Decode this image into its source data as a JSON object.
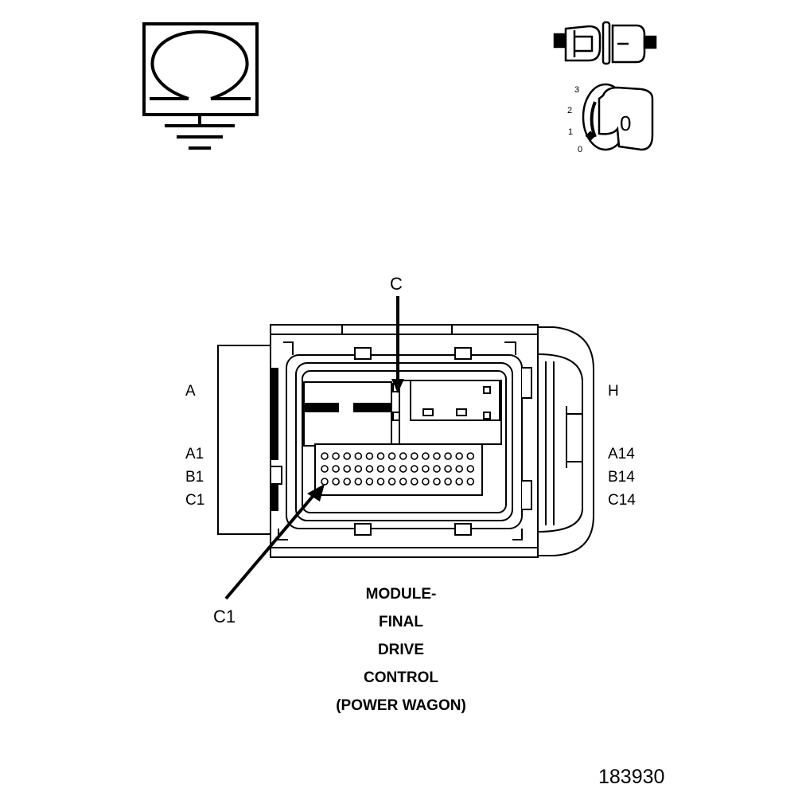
{
  "callouts": {
    "top": "C",
    "bottom": "C1"
  },
  "left_labels": {
    "cavity": "A",
    "row1": "A1",
    "row2": "B1",
    "row3": "C1"
  },
  "right_labels": {
    "cavity": "H",
    "row1": "A14",
    "row2": "B14",
    "row3": "C14"
  },
  "caption_lines": [
    "MODULE-",
    "FINAL",
    "DRIVE",
    "CONTROL",
    "(POWER WAGON)"
  ],
  "figure_number": "183930",
  "ignition_positions": [
    "3",
    "2",
    "1",
    "0"
  ],
  "ignition_key_label": "0",
  "pin_grid": {
    "rows": 3,
    "columns": 14
  },
  "icons": {
    "resistance": "ohm-ground-icon",
    "connector": "connector-plug-icon",
    "ignition": "ignition-key-icon"
  }
}
